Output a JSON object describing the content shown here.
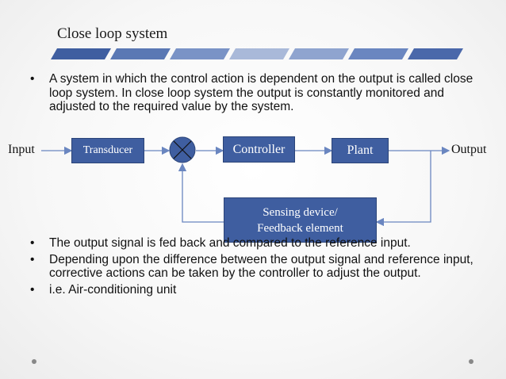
{
  "slide": {
    "title": "Close loop system",
    "intro_bullet": "A system in which the control action is dependent on the output is called close loop system. In close loop system the output is constantly monitored and adjusted to the required value by the system.",
    "bullets": [
      "The output signal is fed back and compared to the reference input.",
      "Depending upon the difference between the output signal and reference input, corrective actions can be taken by the controller to adjust the output.",
      "i.e. Air-conditioning unit"
    ]
  },
  "diagram": {
    "input_label": "Input",
    "output_label": "Output",
    "transducer": "Transducer",
    "controller": "Controller",
    "plant": "Plant",
    "feedback_line1": "Sensing device/",
    "feedback_line2": "Feedback element"
  },
  "colors": {
    "box_fill": "#3f5ea0",
    "stripe_dark": "#3f5ea0",
    "stripe_light": "#a9b9d9",
    "line": "#6a86c0"
  }
}
